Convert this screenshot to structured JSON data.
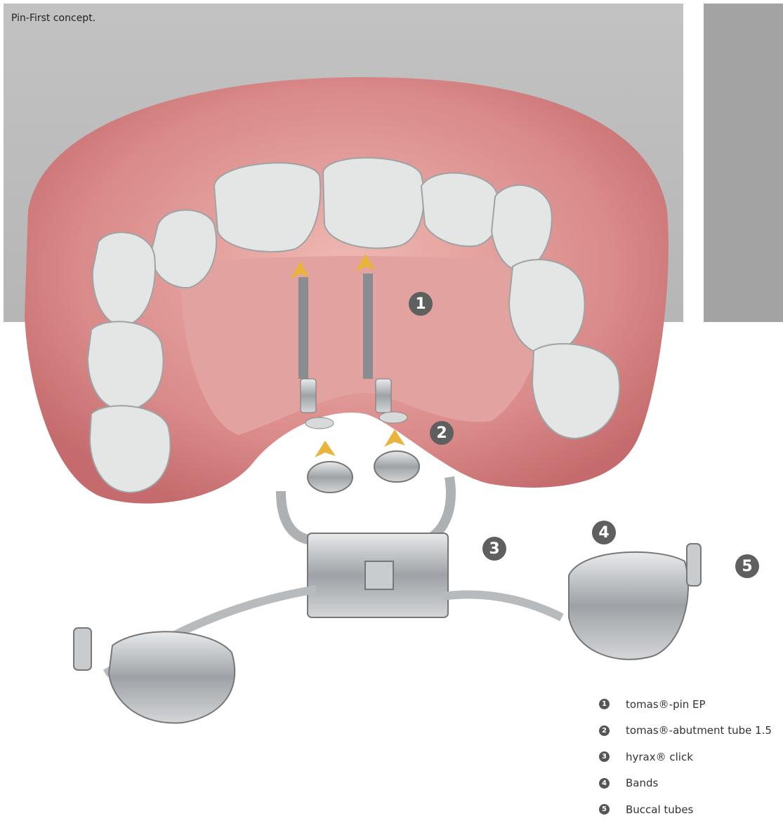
{
  "caption": "Pin-First concept.",
  "callouts": [
    "1",
    "2",
    "3",
    "4",
    "5"
  ],
  "legend": [
    {
      "num": "1",
      "label": "tomas®-pin EP"
    },
    {
      "num": "2",
      "label": "tomas®-abutment tube 1.5"
    },
    {
      "num": "3",
      "label": "hyrax® click"
    },
    {
      "num": "4",
      "label": "Bands"
    },
    {
      "num": "5",
      "label": "Buccal tubes"
    }
  ],
  "colors": {
    "panel": "#bdbdbd",
    "side_panel": "#a3a3a3",
    "gum": "#d9898a",
    "tooth": "#e4e6e6",
    "arrow": "#e8b53a",
    "metal": "#b9bcbf"
  }
}
